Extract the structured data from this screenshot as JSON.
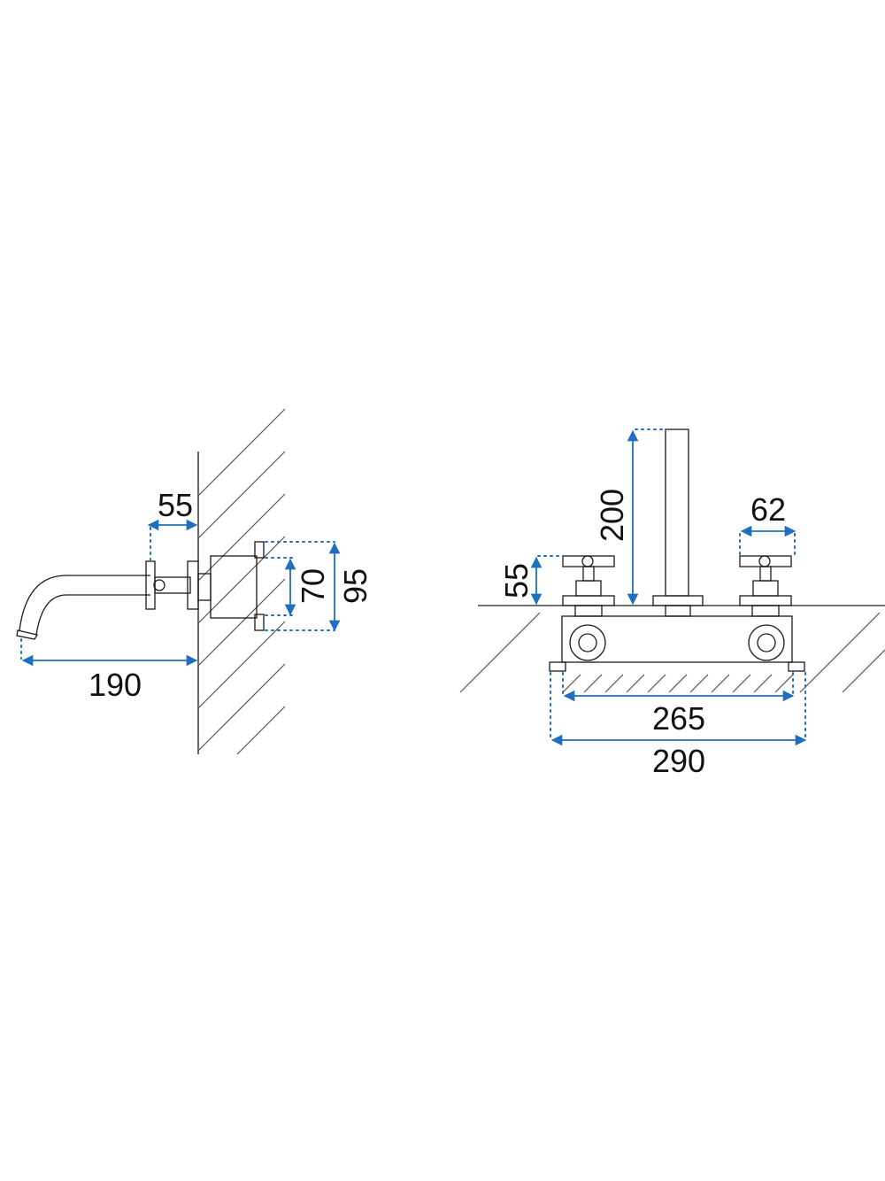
{
  "colors": {
    "dimension": "#1f6fc0",
    "line": "#1a1a1a",
    "hatch": "#555555"
  },
  "side_view": {
    "dims": {
      "wall_projection": "55",
      "spout_length": "190",
      "plate_inner": "70",
      "plate_outer": "95"
    }
  },
  "front_view": {
    "dims": {
      "spout_height": "200",
      "handle_height": "55",
      "handle_width": "62",
      "box_inner": "265",
      "box_outer": "290"
    }
  }
}
